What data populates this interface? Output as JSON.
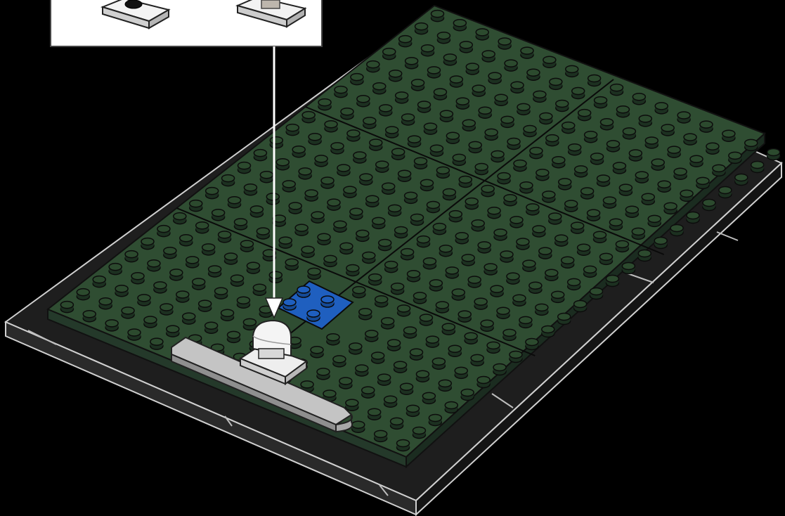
{
  "scene": {
    "background_color": "#000000",
    "callout_box": {
      "parts": [
        "white-round-plate-with-black-stud",
        "white-transparent-plate"
      ]
    },
    "baseplate": {
      "stud_color": "#2c4a2e",
      "plate_color": "#2f4d32",
      "frame_color": "#2b2b2b",
      "frame_edge_color": "#d9d9d9"
    },
    "highlighted_plate": {
      "color": "#1f5fbf",
      "size": "2x2"
    },
    "placed_parts": {
      "grey_tile_color": "#b9b9b9",
      "white_brick_color": "#f2f2f2"
    },
    "arrow_color": "#ffffff"
  }
}
